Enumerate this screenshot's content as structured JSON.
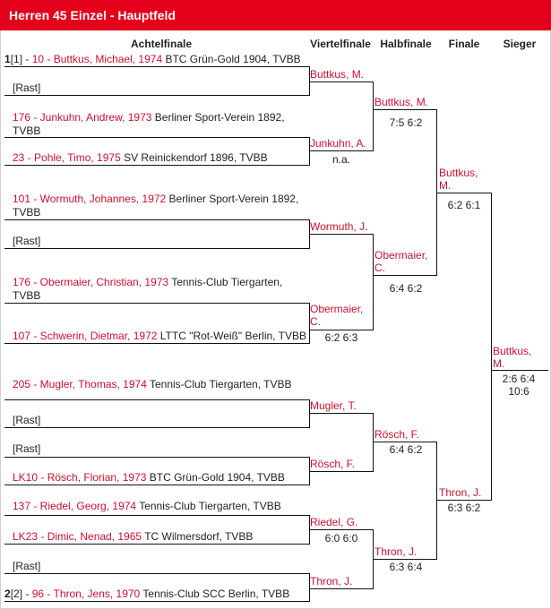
{
  "title": "Herren 45 Einzel - Hauptfeld",
  "columns": [
    "Achtelfinale",
    "Viertelfinale",
    "Halbfinale",
    "Finale",
    "Sieger"
  ],
  "entries": [
    {
      "pos": "1",
      "seed": "[1] - ",
      "player": "10 - Buttkus, Michael, 1974",
      "club": " BTC Grün-Gold 1904, TVBB"
    },
    {
      "pos": "",
      "seed": "",
      "player": "",
      "club": "[Rast]"
    },
    {
      "pos": "",
      "seed": "",
      "player": "176 - Junkuhn, Andrew, 1973",
      "club": " Berliner Sport-Verein 1892,"
    },
    {
      "pos": "",
      "seed": "",
      "player": "23 - Pohle, Timo, 1975",
      "club": " SV Reinickendorf 1896, TVBB"
    },
    {
      "pos": "",
      "seed": "",
      "player": "101 - Wormuth, Johannes, 1972",
      "club": " Berliner Sport-Verein 1892,"
    },
    {
      "pos": "",
      "seed": "",
      "player": "",
      "club": "[Rast]"
    },
    {
      "pos": "",
      "seed": "",
      "player": "176 - Obermaier, Christian, 1973",
      "club": " Tennis-Club Tiergarten,"
    },
    {
      "pos": "",
      "seed": "",
      "player": "107 - Schwerin, Dietmar, 1972",
      "club": " LTTC \"Rot-Weiß\" Berlin, TVBB"
    },
    {
      "pos": "",
      "seed": "",
      "player": "205 - Mugler, Thomas, 1974",
      "club": " Tennis-Club Tiergarten, TVBB"
    },
    {
      "pos": "",
      "seed": "",
      "player": "",
      "club": "[Rast]"
    },
    {
      "pos": "",
      "seed": "",
      "player": "",
      "club": "[Rast]"
    },
    {
      "pos": "",
      "seed": "",
      "player": "LK10 - Rösch, Florian, 1973",
      "club": " BTC Grün-Gold 1904, TVBB"
    },
    {
      "pos": "",
      "seed": "",
      "player": "137 - Riedel, Georg, 1974",
      "club": " Tennis-Club Tiergarten, TVBB"
    },
    {
      "pos": "",
      "seed": "",
      "player": "LK23 - Dimic, Nenad, 1965",
      "club": " TC Wilmersdorf, TVBB"
    },
    {
      "pos": "",
      "seed": "",
      "player": "",
      "club": "[Rast]"
    },
    {
      "pos": "2",
      "seed": "[2] - ",
      "player": "96 - Thron, Jens, 1970",
      "club": " Tennis-Club SCC Berlin, TVBB"
    }
  ],
  "entry_continuations": {
    "2": "TVBB",
    "4": "TVBB",
    "6": "TVBB"
  },
  "quarterfinal": [
    {
      "winner": "Buttkus, M.",
      "score": ""
    },
    {
      "winner": "Junkuhn, A.",
      "score": "n.a."
    },
    {
      "winner": "Wormuth, J.",
      "score": ""
    },
    {
      "winner": "Obermaier, C.",
      "score": "6:2 6:3"
    },
    {
      "winner": "Mugler, T.",
      "score": ""
    },
    {
      "winner": "Rösch, F.",
      "score": ""
    },
    {
      "winner": "Riedel, G.",
      "score": "6:0 6:0"
    },
    {
      "winner": "Thron, J.",
      "score": ""
    }
  ],
  "semifinal": [
    {
      "winner": "Buttkus, M.",
      "score": "7:5 6:2"
    },
    {
      "winner": "Obermaier, C.",
      "score": "6:4 6:2"
    },
    {
      "winner": "Rösch, F.",
      "score": "6:4 6:2"
    },
    {
      "winner": "Thron, J.",
      "score": "6:3 6:4"
    }
  ],
  "final": [
    {
      "winner": "Buttkus, M.",
      "score": "6:2 6:1"
    },
    {
      "winner": "Thron, J.",
      "score": "6:3 6:2"
    }
  ],
  "champion": {
    "winner": "Buttkus, M.",
    "score": "2:6 6:4 10:6"
  },
  "colors": {
    "header": "#e2001a",
    "player": "#c8102e",
    "line": "#111111"
  }
}
